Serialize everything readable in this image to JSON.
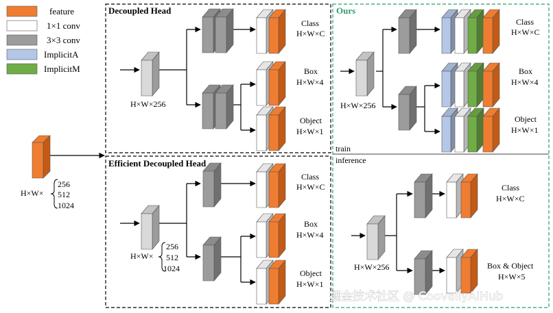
{
  "legend": {
    "feature": "feature",
    "conv1": "1×1 conv",
    "conv3": "3×3 conv",
    "implicit_a": "ImplicitA",
    "implicit_m": "ImplicitM"
  },
  "colors": {
    "feature": "#ef7d31",
    "feature_side": "#c45a14",
    "conv1": "#ffffff",
    "conv3": "#9c9c9c",
    "input_block": "#d9d9d9",
    "implicit_a": "#b4c7e7",
    "implicit_m": "#70ad47",
    "ours_border": "#2e9e6a"
  },
  "input": {
    "dim_prefix": "H×W×",
    "channels": [
      "256",
      "512",
      "1024"
    ]
  },
  "decoupled": {
    "title": "Decoupled Head",
    "input_dim": "H×W×256",
    "class_label": "Class",
    "class_dim": "H×W×C",
    "box_label": "Box",
    "box_dim": "H×W×4",
    "obj_label": "Object",
    "obj_dim": "H×W×1"
  },
  "efficient": {
    "title": "Efficient Decoupled Head",
    "input_dim_prefix": "H×W×",
    "channels": [
      "256",
      "512",
      "1024"
    ],
    "class_label": "Class",
    "class_dim": "H×W×C",
    "box_label": "Box",
    "box_dim": "H×W×4",
    "obj_label": "Object",
    "obj_dim": "H×W×1"
  },
  "ours": {
    "title": "Ours",
    "train_label": "train",
    "inference_label": "inference",
    "train_input_dim": "H×W×256",
    "class_label": "Class",
    "class_dim": "H×W×C",
    "box_label": "Box",
    "box_dim": "H×W×4",
    "obj_label": "Object",
    "obj_dim": "H×W×1",
    "inf_input_dim": "H×W×256",
    "inf_class_label": "Class",
    "inf_class_dim": "H×W×C",
    "inf_boxobj_label": "Box & Object",
    "inf_boxobj_dim": "H×W×5"
  },
  "watermark": "掘金技术社区 @ CoovallyAIHub"
}
